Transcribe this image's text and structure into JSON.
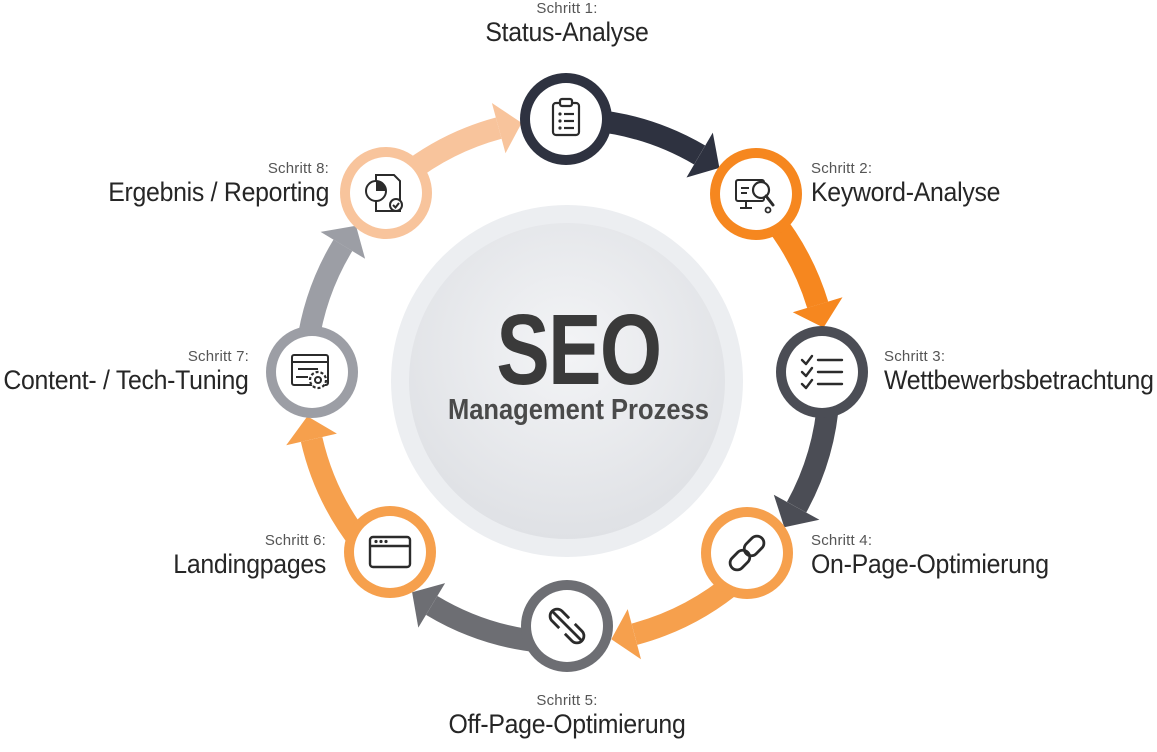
{
  "center": {
    "title": "SEO",
    "subtitle": "Management Prozess"
  },
  "colors": {
    "dark": "#2e3240",
    "orange": "#f6871f",
    "gray_dark": "#4b4d55",
    "orange_light": "#f6a04d",
    "gray": "#6d6e73",
    "peach": "#f8c49c",
    "gray_light": "#9c9ea5"
  },
  "steps": [
    {
      "step": "Schritt 1:",
      "name": "Status-Analyse",
      "icon": "clipboard-icon"
    },
    {
      "step": "Schritt 2:",
      "name": "Keyword-Analyse",
      "icon": "monitor-search-icon"
    },
    {
      "step": "Schritt 3:",
      "name": "Wettbewerbsbetrachtung",
      "icon": "checklist-icon"
    },
    {
      "step": "Schritt 4:",
      "name": "On-Page-Optimierung",
      "icon": "link-icon"
    },
    {
      "step": "Schritt 5:",
      "name": "Off-Page-Optimierung",
      "icon": "broken-link-icon"
    },
    {
      "step": "Schritt 6:",
      "name": "Landingpages",
      "icon": "browser-window-icon"
    },
    {
      "step": "Schritt 7:",
      "name": "Content- / Tech-Tuning",
      "icon": "web-settings-icon"
    },
    {
      "step": "Schritt 8:",
      "name": "Ergebnis / Reporting",
      "icon": "report-icon"
    }
  ]
}
